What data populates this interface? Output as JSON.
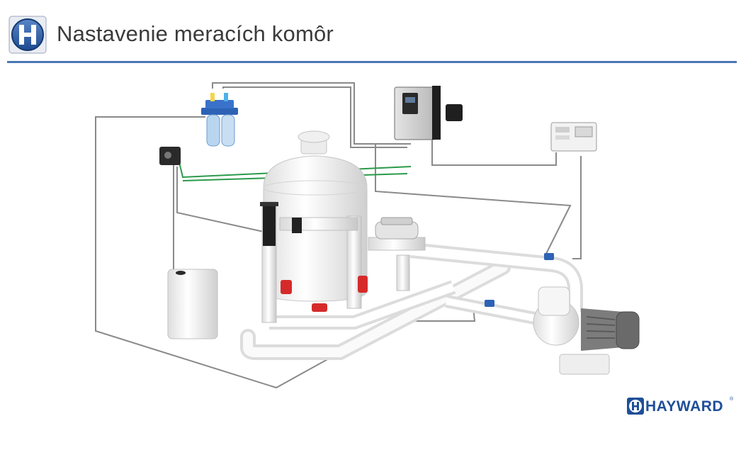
{
  "header": {
    "title": "Nastavenie meracích komôr"
  },
  "brand": {
    "name": "HAYWARD",
    "registered": "®"
  },
  "colors": {
    "accent_rule": "#4a76b5",
    "brand_blue": "#1f4f98",
    "valve_red": "#d62a2a",
    "wire_green": "#2a9a4a",
    "wire_gray": "#8a8a8a"
  },
  "diagram": {
    "components": [
      "measuring-chamber",
      "controller-unit",
      "control-panel",
      "dosing-pump",
      "sand-filter",
      "chemical-tank",
      "circulation-pump",
      "multiport-valve"
    ]
  }
}
